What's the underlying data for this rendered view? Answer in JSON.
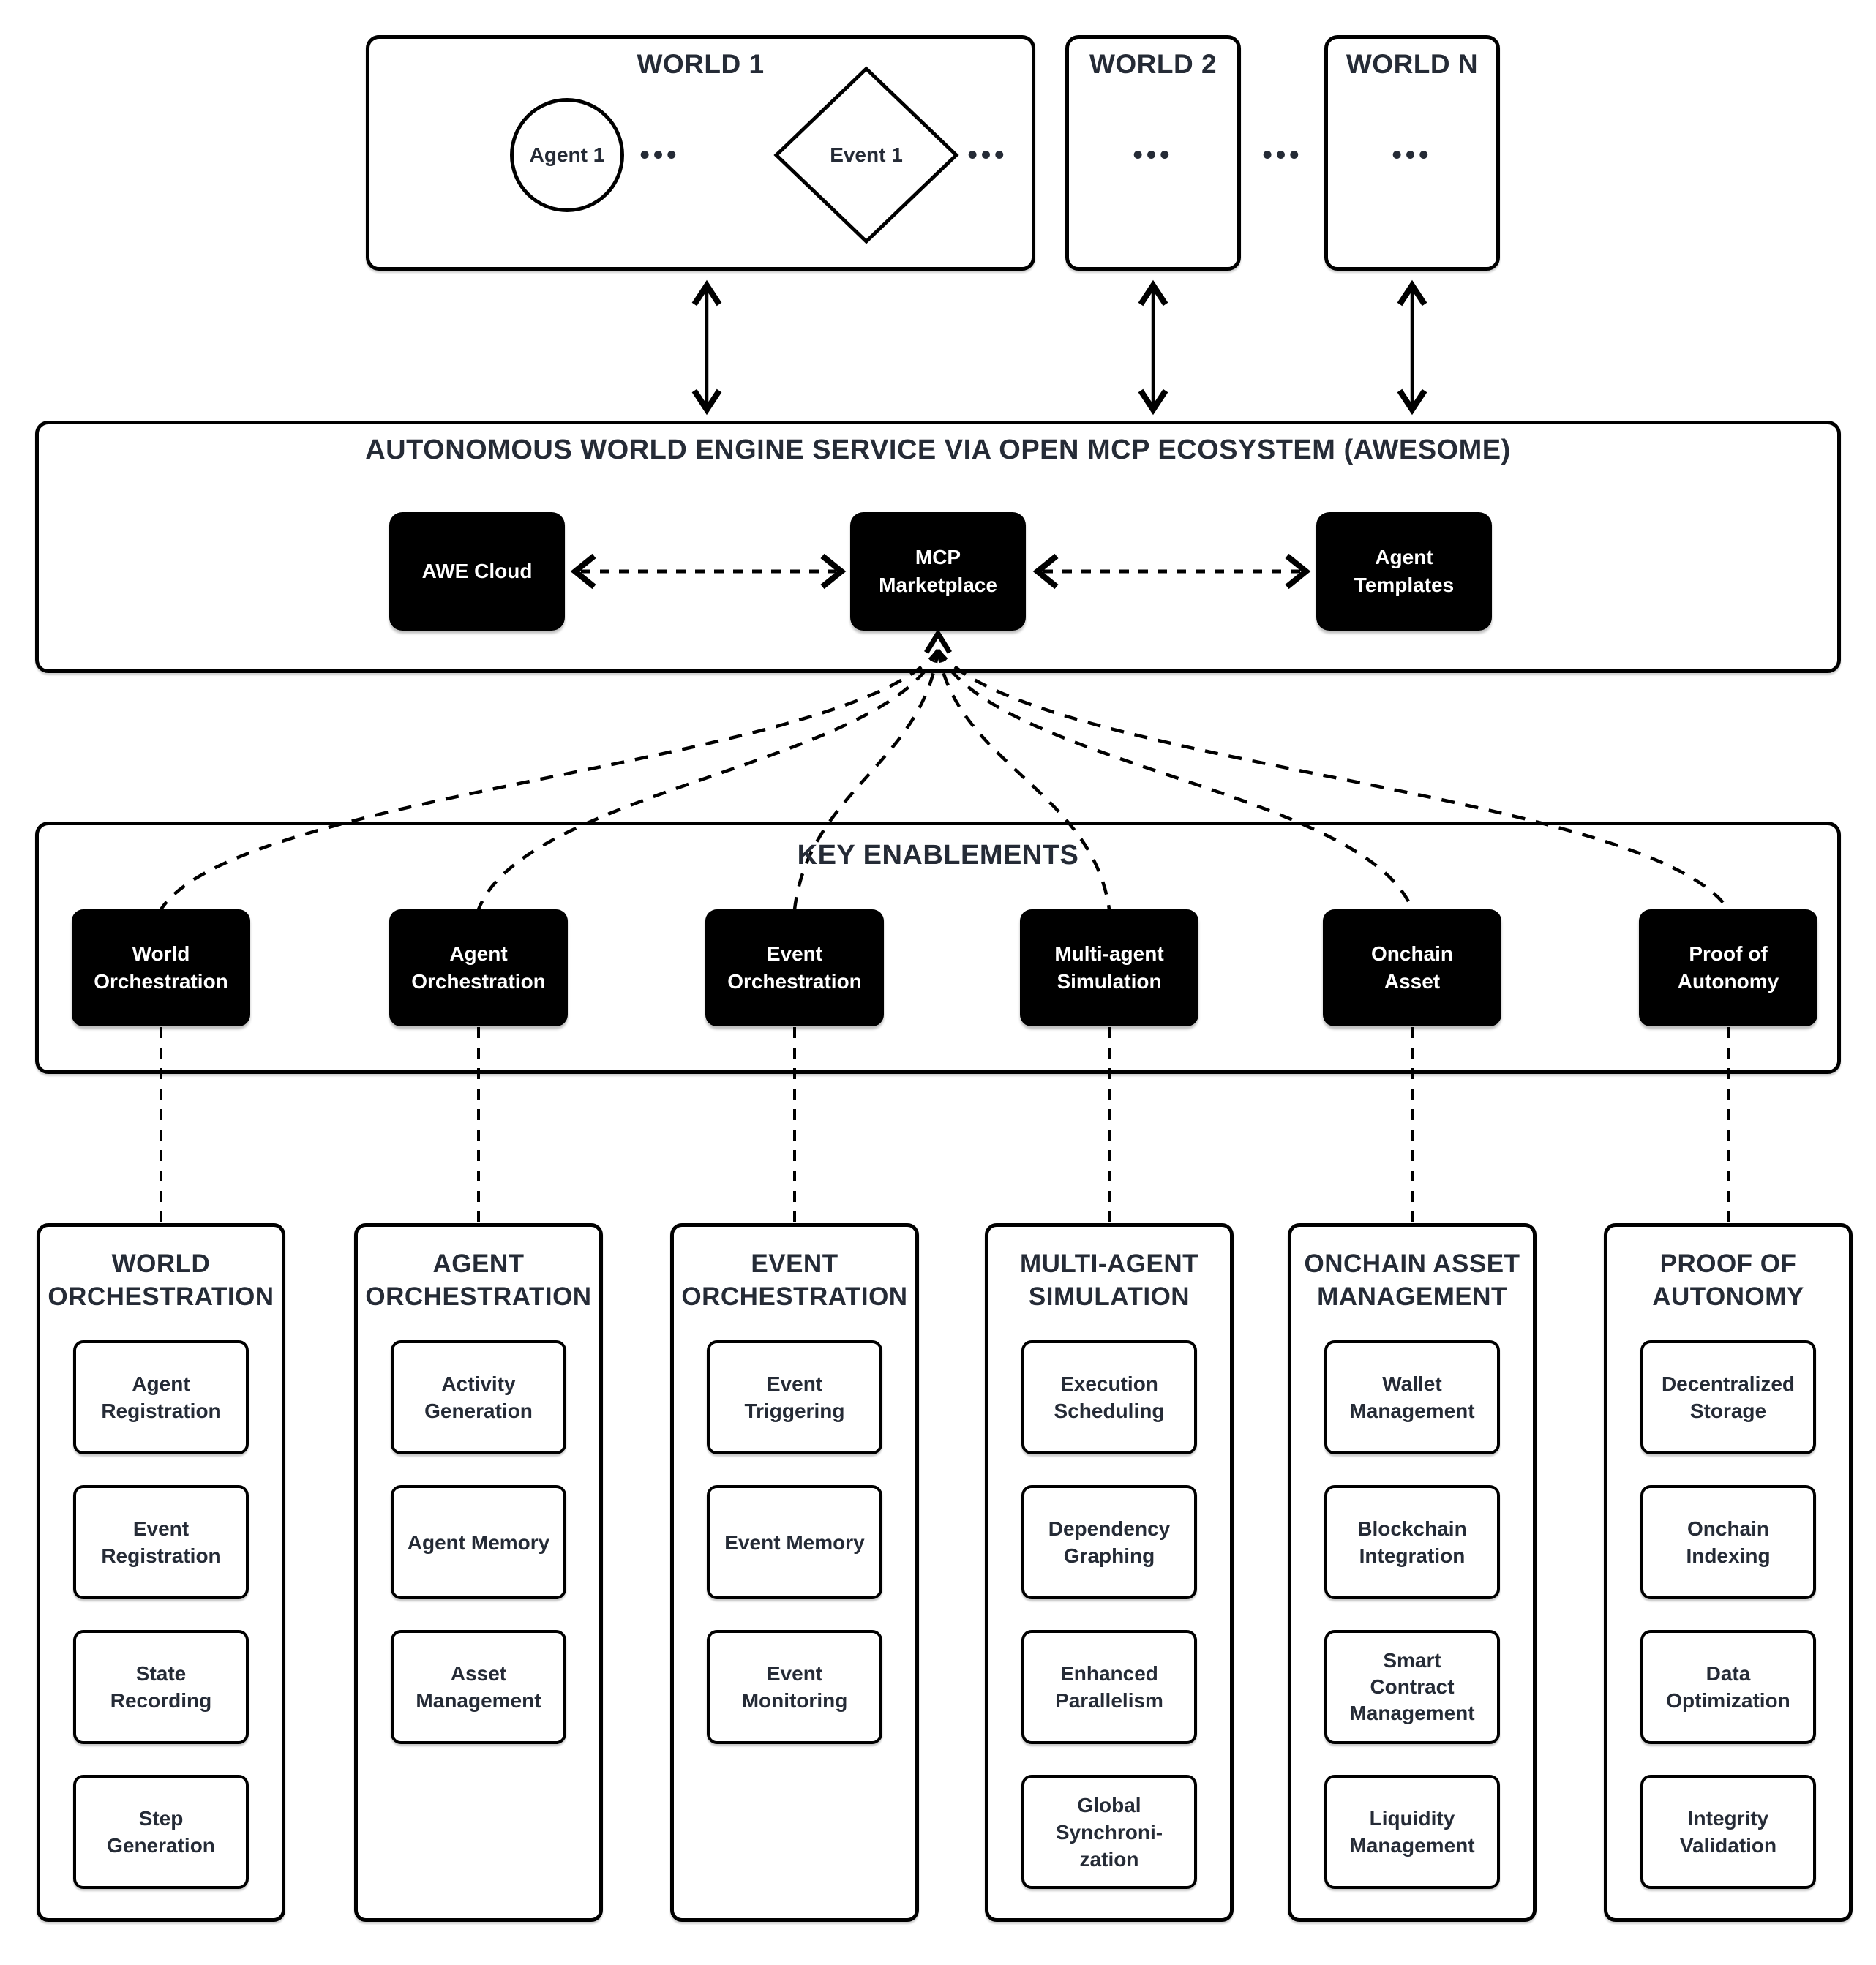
{
  "colors": {
    "ink": "#252b36",
    "node_fill": "#000000",
    "node_text": "#ffffff",
    "line": "#000000",
    "background": "#ffffff"
  },
  "worlds": {
    "world1": {
      "title": "WORLD 1",
      "agent_label": "Agent 1",
      "agent_dots": "•••",
      "event_label": "Event 1",
      "event_dots": "•••"
    },
    "world2": {
      "title": "WORLD 2",
      "dots": "•••"
    },
    "worldN": {
      "title": "WORLD N",
      "dots": "•••"
    },
    "between_dots": "•••"
  },
  "awesome": {
    "title": "AUTONOMOUS WORLD ENGINE SERVICE VIA OPEN MCP ECOSYSTEM (AWESOME)",
    "nodes": [
      {
        "label": "AWE Cloud"
      },
      {
        "label": "MCP\nMarketplace"
      },
      {
        "label": "Agent\nTemplates"
      }
    ]
  },
  "key_enablements": {
    "title": "KEY ENABLEMENTS",
    "items": [
      {
        "label": "World\nOrchestration"
      },
      {
        "label": "Agent\nOrchestration"
      },
      {
        "label": "Event\nOrchestration"
      },
      {
        "label": "Multi-agent\nSimulation"
      },
      {
        "label": "Onchain\nAsset"
      },
      {
        "label": "Proof of\nAutonomy"
      }
    ]
  },
  "columns": [
    {
      "title": "WORLD\nORCHESTRATION",
      "items": [
        "Agent\nRegistration",
        "Event\nRegistration",
        "State\nRecording",
        "Step\nGeneration"
      ]
    },
    {
      "title": "AGENT\nORCHESTRATION",
      "items": [
        "Activity\nGeneration",
        "Agent Memory",
        "Asset\nManagement"
      ]
    },
    {
      "title": "EVENT\nORCHESTRATION",
      "items": [
        "Event\nTriggering",
        "Event Memory",
        "Event\nMonitoring"
      ]
    },
    {
      "title": "MULTI-AGENT\nSIMULATION",
      "items": [
        "Execution\nScheduling",
        "Dependency\nGraphing",
        "Enhanced\nParallelism",
        "Global\nSynchroni-\nzation"
      ]
    },
    {
      "title": "ONCHAIN ASSET\nMANAGEMENT",
      "items": [
        "Wallet\nManagement",
        "Blockchain\nIntegration",
        "Smart\nContract\nManagement",
        "Liquidity\nManagement"
      ]
    },
    {
      "title": "PROOF OF\nAUTONOMY",
      "items": [
        "Decentralized\nStorage",
        "Onchain\nIndexing",
        "Data\nOptimization",
        "Integrity\nValidation"
      ]
    }
  ]
}
